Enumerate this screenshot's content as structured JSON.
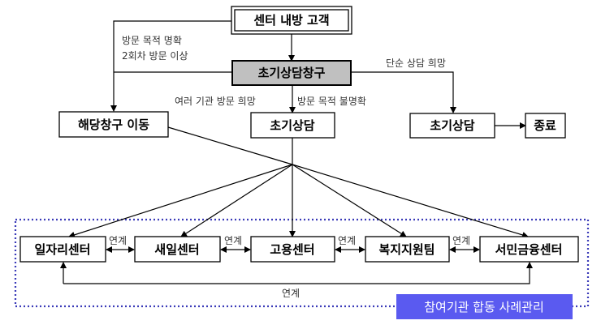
{
  "nodes": {
    "visitor": "센터 내방 고객",
    "window": "초기상담창구",
    "move_window": "해당창구 이동",
    "consult_mid": "초기상담",
    "consult_right": "초기상담",
    "end": "종료",
    "jobs_center": "일자리센터",
    "saeil_center": "새일센터",
    "employment_center": "고용센터",
    "welfare_team": "복지지원팀",
    "microfinance_center": "서민금융센터"
  },
  "labels": {
    "clear_purpose": "방문 목적 명확",
    "second_visit": "2회차 방문 이상",
    "simple_consult": "단순 상담 희망",
    "multi_agency": "여러 기관 방문 희망",
    "unclear_purpose": "방문 목적 불명확",
    "link": "연계"
  },
  "group": {
    "title": "참여기관 합동 사례관리"
  },
  "colors": {
    "window_fill": "#c0c0c0",
    "group_border": "#3a3ab8",
    "group_badge": "#5a5af0"
  }
}
